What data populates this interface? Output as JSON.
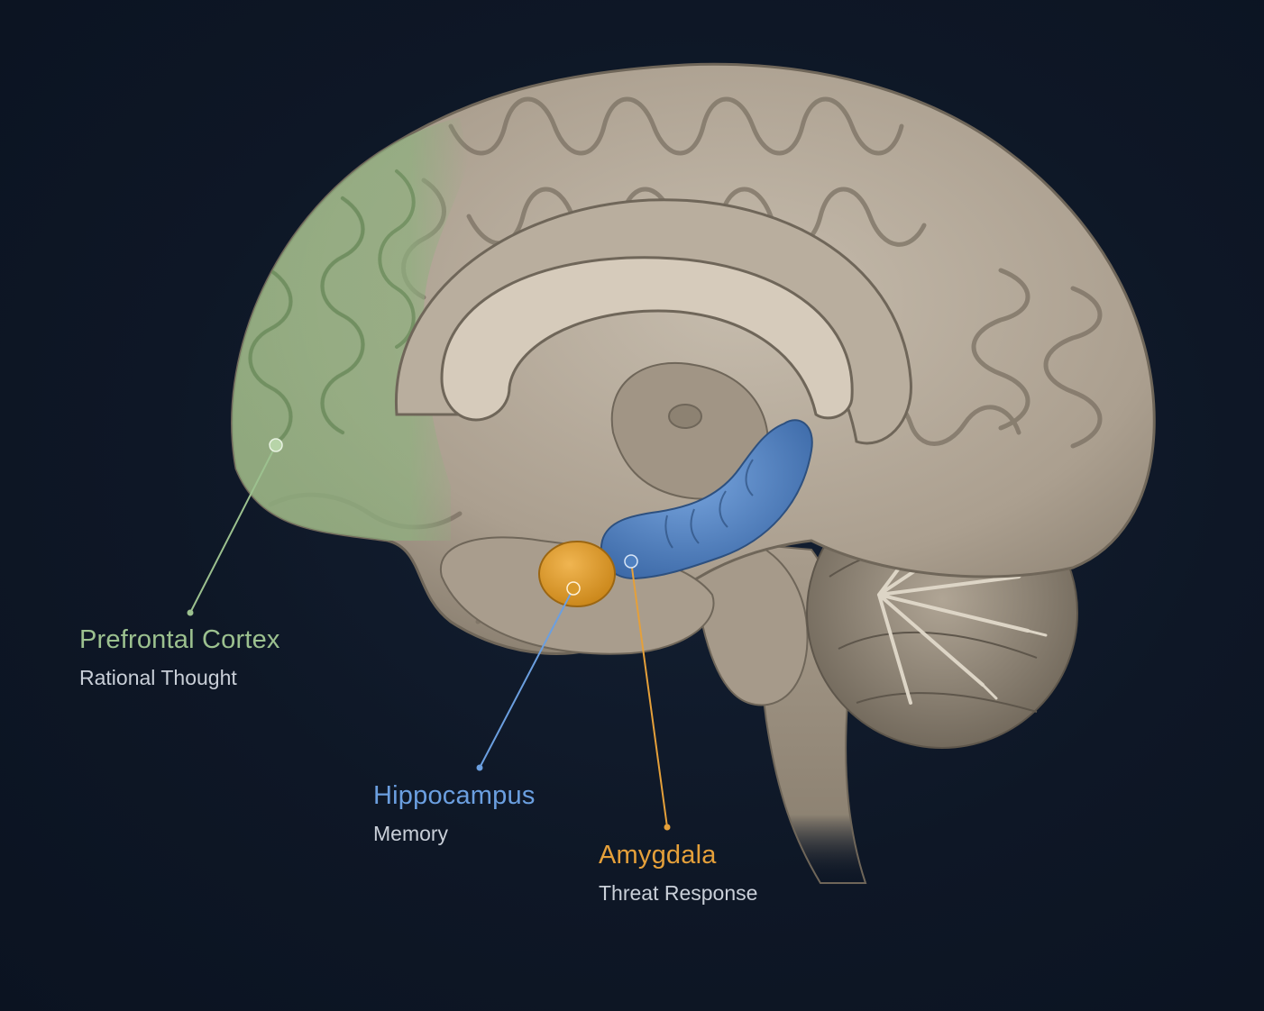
{
  "regions": [
    {
      "id": "pfc",
      "name": "Prefrontal Cortex",
      "function": "Rational Thought",
      "color": "#9cc18f"
    },
    {
      "id": "hip",
      "name": "Hippocampus",
      "function": "Memory",
      "color": "#6b9fe0"
    },
    {
      "id": "amy",
      "name": "Amygdala",
      "function": "Threat Response",
      "color": "#e5a03a"
    }
  ],
  "palette": {
    "background": "#0e1726",
    "brain_tissue": "#b3a797",
    "tissue_shadow": "#6f6659",
    "pfc_fill": "#8fb07f",
    "hippocampus_fill": "#4f80c0",
    "amygdala_fill": "#d99a2b"
  }
}
